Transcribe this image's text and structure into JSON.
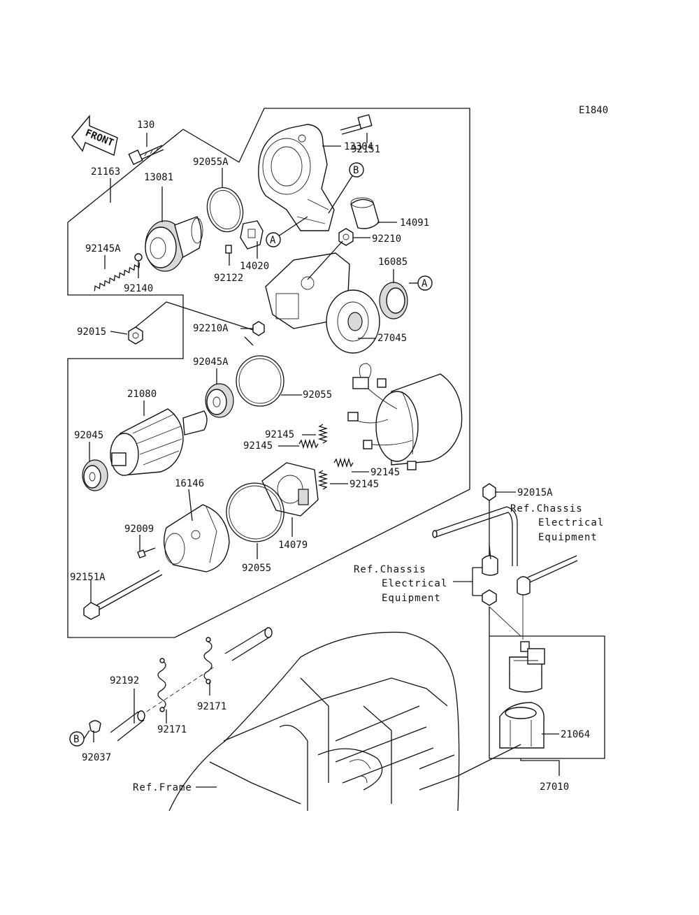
{
  "diagram": {
    "code": "E1840",
    "front_label": "FRONT",
    "parts": {
      "p130": "130",
      "p21163": "21163",
      "p92055A": "92055A",
      "p13304": "13304",
      "p92151": "92151",
      "p13081": "13081",
      "p14091": "14091",
      "p92145A": "92145A",
      "p14020": "14020",
      "p92122": "92122",
      "p92210": "92210",
      "p92140": "92140",
      "p16085": "16085",
      "p92015": "92015",
      "p92210A": "92210A",
      "p27045": "27045",
      "p92045A": "92045A",
      "p21080": "21080",
      "p92055": "92055",
      "p92145_1": "92145",
      "p92145_2": "92145",
      "p92145_3": "92145",
      "p92145_4": "92145",
      "p92045": "92045",
      "p16146": "16146",
      "p92015A": "92015A",
      "p92009": "92009",
      "p14079": "14079",
      "p92055_2": "92055",
      "p92151A": "92151A",
      "p92192": "92192",
      "p92171_1": "92171",
      "p92171_2": "92171",
      "p21064": "21064",
      "p92037": "92037",
      "p27010": "27010"
    },
    "callouts": {
      "A": "A",
      "B": "B"
    },
    "refs": {
      "chassis_top_1": "Ref.Chassis",
      "chassis_top_2": "Electrical",
      "chassis_top_3": "Equipment",
      "chassis_mid_1": "Ref.Chassis",
      "chassis_mid_2": "Electrical",
      "chassis_mid_3": "Equipment",
      "frame": "Ref.Frame"
    }
  }
}
